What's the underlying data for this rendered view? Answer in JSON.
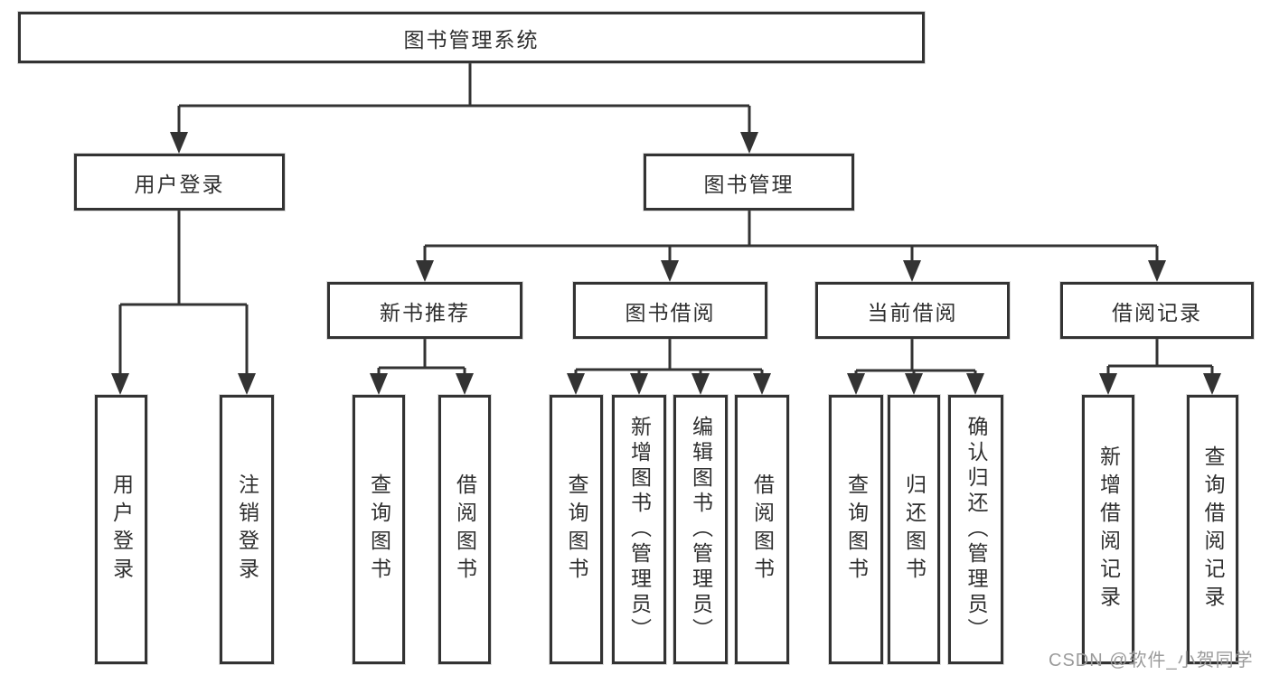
{
  "diagram": {
    "type": "function-structure-tree",
    "nodes": {
      "root": {
        "label": "图书管理系统"
      },
      "userLogin": {
        "label": "用户登录"
      },
      "bookManagement": {
        "label": "图书管理"
      },
      "newBookRecommend": {
        "label": "新书推荐"
      },
      "bookBorrow": {
        "label": "图书借阅"
      },
      "currentBorrow": {
        "label": "当前借阅"
      },
      "borrowRecords": {
        "label": "借阅记录"
      },
      "leafUserLogin": {
        "label": "用户登录"
      },
      "leafLogout": {
        "label": "注销登录"
      },
      "leafQueryBook1": {
        "label": "查询图书"
      },
      "leafBorrowBook1": {
        "label": "借阅图书"
      },
      "leafQueryBook2": {
        "label": "查询图书"
      },
      "leafAddBook": {
        "label": "新增图书（管理员）"
      },
      "leafEditBook": {
        "label": "编辑图书（管理员）"
      },
      "leafBorrowBook2": {
        "label": "借阅图书"
      },
      "leafQueryBook3": {
        "label": "查询图书"
      },
      "leafReturnBook": {
        "label": "归还图书"
      },
      "leafConfirmReturn": {
        "label": "确认归还（管理员）"
      },
      "leafAddBorrowRecord": {
        "label": "新增借阅记录"
      },
      "leafQueryBorrowRecord": {
        "label": "查询借阅记录"
      }
    },
    "edges": [
      "图书管理系统 -> 用户登录",
      "图书管理系统 -> 图书管理",
      "用户登录 -> 用户登录(叶)",
      "用户登录 -> 注销登录",
      "图书管理 -> 新书推荐",
      "图书管理 -> 图书借阅",
      "图书管理 -> 当前借阅",
      "图书管理 -> 借阅记录",
      "新书推荐 -> 查询图书",
      "新书推荐 -> 借阅图书",
      "图书借阅 -> 查询图书",
      "图书借阅 -> 新增图书（管理员）",
      "图书借阅 -> 编辑图书（管理员）",
      "图书借阅 -> 借阅图书",
      "当前借阅 -> 查询图书",
      "当前借阅 -> 归还图书",
      "当前借阅 -> 确认归还（管理员）",
      "借阅记录 -> 新增借阅记录",
      "借阅记录 -> 查询借阅记录"
    ]
  },
  "watermark": {
    "text": "CSDN @软件_小贺同学"
  },
  "colors": {
    "line": "#333333",
    "border": "#333333",
    "text": "#2f2f2f",
    "background": "#ffffff",
    "watermark": "#9b9b9b"
  }
}
